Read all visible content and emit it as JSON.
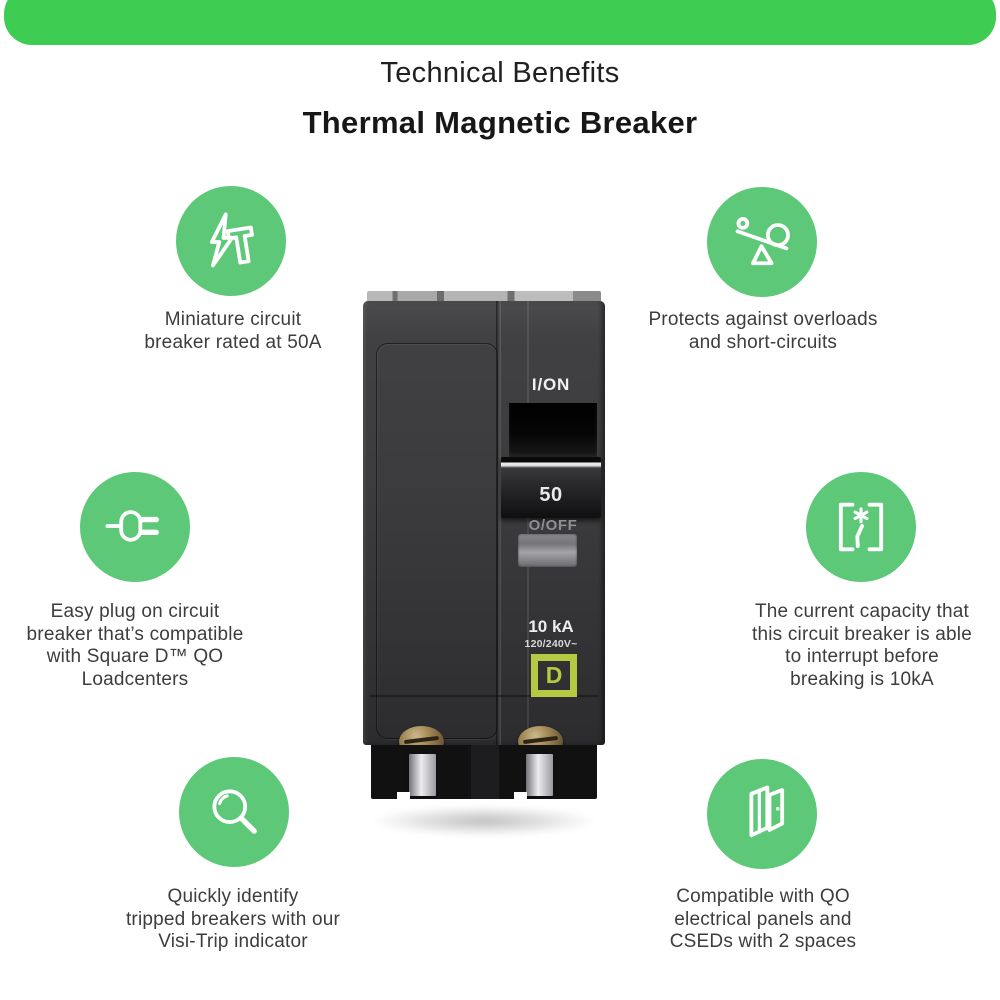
{
  "header": {
    "title": "Technical Benefits",
    "subtitle": "Thermal Magnetic Breaker"
  },
  "features": [
    {
      "id": "miniature-rating",
      "icon": "lightning-bolt-icon",
      "text": "Miniature circuit\nbreaker rated at 50A"
    },
    {
      "id": "overload-protection",
      "icon": "balance-scale-icon",
      "text": "Protects against overloads\nand short-circuits"
    },
    {
      "id": "plug-on",
      "icon": "plug-icon",
      "text": "Easy plug on circuit\nbreaker that’s compatible\nwith Square D™ QO\nLoadcenters"
    },
    {
      "id": "interrupt-capacity",
      "icon": "breaker-interrupt-icon",
      "text": "The current capacity that\nthis circuit breaker is able\nto interrupt before\nbreaking is 10kA"
    },
    {
      "id": "visi-trip",
      "icon": "magnifier-icon",
      "text": "Quickly identify\ntripped breakers with our\nVisi-Trip indicator"
    },
    {
      "id": "panel-compatibility",
      "icon": "panel-cabinet-icon",
      "text": "Compatible with QO\nelectrical panels and\nCSEDs with 2 spaces"
    }
  ],
  "breaker_photo": {
    "labels": {
      "on": "I/ON",
      "amp_rating": "50",
      "off": "O/OFF",
      "interrupt_rating": "10 kA",
      "voltage": "120/240V~",
      "brand_letter": "D"
    }
  },
  "colors": {
    "top_bar_green": "#3ecc53",
    "icon_circle_green": "#5cc878",
    "body_text": "#3d3d3d",
    "title_text": "#171717",
    "breaker_body": "#3a3a3c",
    "square_d_logo": "#b6c943",
    "label_white": "#f1f1f3"
  }
}
